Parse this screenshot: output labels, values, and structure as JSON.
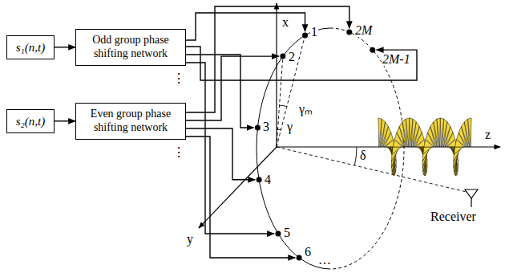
{
  "diagram": {
    "nodes": [
      {
        "text": [
          "s₁(n,t)"
        ]
      },
      {
        "text": [
          "Odd group phase shifting network"
        ]
      },
      {
        "text": [
          "s₂(n,t)"
        ]
      },
      {
        "text": [
          "Even group phase shifting network"
        ]
      }
    ],
    "edges": [
      {
        "from": 0,
        "to": 1,
        "arrow": "to"
      },
      {
        "from": 2,
        "to": 3,
        "arrow": "to"
      }
    ],
    "labels": [
      "2M",
      "1",
      "2M-1",
      "2",
      "3",
      "4",
      "5",
      "6",
      "…",
      "x",
      "y",
      "z",
      "γₘ",
      "γ",
      "δ",
      "Receiver",
      "⋮",
      "⋮"
    ]
  }
}
